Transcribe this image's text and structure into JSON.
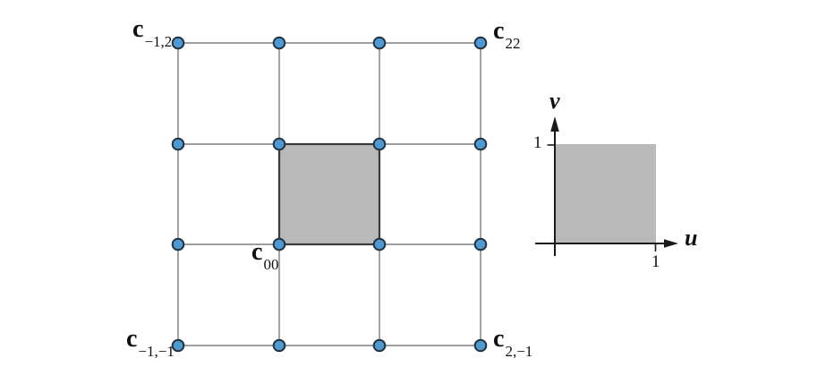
{
  "colors": {
    "background": "#ffffff",
    "control_point_fill": "#4d9ad2",
    "control_point_stroke": "#22323e",
    "grid_line": "#7e7e7e",
    "patch_fill": "#b9b9b9",
    "patch_stroke": "#3a3a3a",
    "axis": "#1a1a1a"
  },
  "control_grid": {
    "rows": 4,
    "cols": 4,
    "labels": {
      "top_left": {
        "base": "c",
        "subscript": "−1,2"
      },
      "top_right": {
        "base": "c",
        "subscript": "22"
      },
      "origin": {
        "base": "c",
        "subscript": "00"
      },
      "bottom_left": {
        "base": "c",
        "subscript": "−1,−1"
      },
      "bottom_right": {
        "base": "c",
        "subscript": "2,−1"
      }
    }
  },
  "uv_plot": {
    "x_axis_label": "u",
    "y_axis_label": "v",
    "x_tick_label": "1",
    "y_tick_label": "1"
  }
}
